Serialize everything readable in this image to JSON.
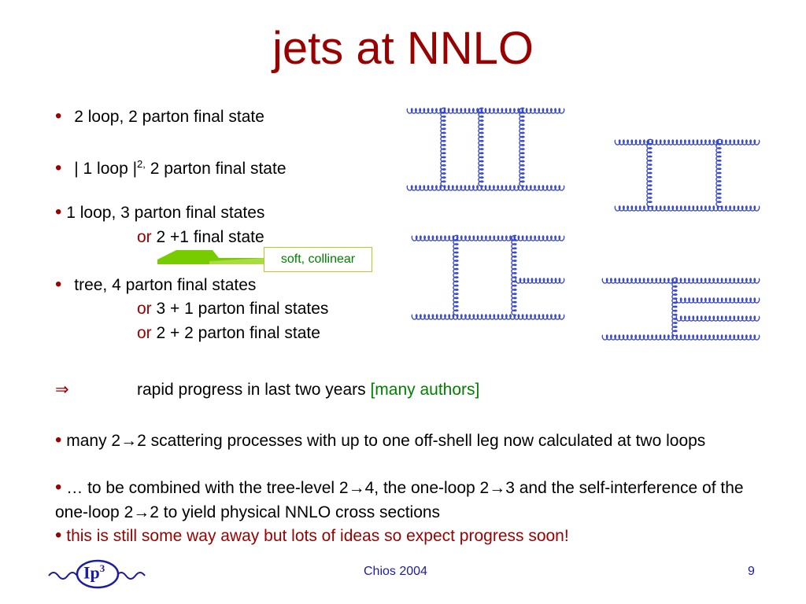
{
  "title": "jets at NNLO",
  "items": {
    "b1": "2 loop, 2 parton final state",
    "b2_pre": "| 1 loop |",
    "b2_sup": "2,",
    "b2_post": " 2 parton final state",
    "b3": "1 loop, 3 parton final states",
    "b3_or": "or",
    "b3_alt": " 2 +1 final state",
    "soft_label": "soft, collinear",
    "b4": "tree, 4 parton final states",
    "b4_or1": "or",
    "b4_alt1": " 3 + 1 parton final states",
    "b4_or2": "or",
    "b4_alt2": " 2 + 2 parton final state"
  },
  "implies_symbol": "⇒",
  "progress_text": "rapid progress in last two years ",
  "progress_authors": "[many authors]",
  "notes": {
    "n1": " many 2→2 scattering processes with up to one off-shell leg now calculated at two loops",
    "n2": " … to be combined with the tree-level 2→4, the one-loop 2→3 and the self-interference of the one-loop 2→2 to yield physical NNLO cross sections",
    "n3": " this is still some way away but lots of ideas so expect progress soon!"
  },
  "footer": {
    "logo_text": "Ip",
    "logo_sup": "3",
    "center": "Chios 2004",
    "page": "9"
  },
  "colors": {
    "title": "#990000",
    "gluon": "#3344cc",
    "accent_green": "#008000",
    "arrow_green": "#77cc00",
    "footer": "#1c1ca0"
  }
}
